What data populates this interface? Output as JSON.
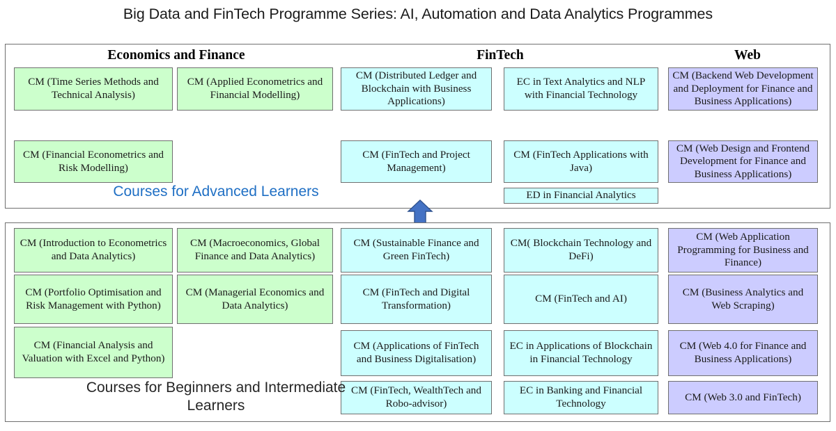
{
  "title": "Big Data and FinTech Programme Series: AI, Automation and Data Analytics Programmes",
  "colors": {
    "economics_finance": "#CCFFCC",
    "fintech": "#CCFFFF",
    "web": "#CCCCFF",
    "advanced_label": "#1F6FC4",
    "beginner_label": "#262626",
    "arrow": "#4472C4",
    "border": "#6F6F6F"
  },
  "columns": [
    {
      "key": "economics-and-finance",
      "label": "Economics and Finance"
    },
    {
      "key": "fintech",
      "label": "FinTech"
    },
    {
      "key": "web",
      "label": "Web"
    }
  ],
  "sections": [
    {
      "key": "advanced",
      "label": "Courses for Advanced Learners",
      "cards": [
        {
          "id": "a1",
          "text": "CM (Time Series Methods and Technical Analysis)",
          "category": "economics-and-finance"
        },
        {
          "id": "a2",
          "text": "CM (Applied Econometrics and Financial Modelling)",
          "category": "economics-and-finance"
        },
        {
          "id": "a3",
          "text": "CM (Distributed Ledger and Blockchain with Business Applications)",
          "category": "fintech"
        },
        {
          "id": "a4",
          "text": "EC in Text Analytics and NLP with Financial Technology",
          "category": "fintech"
        },
        {
          "id": "a5",
          "text": "CM (Backend Web Development and Deployment for Finance and Business Applications)",
          "category": "web"
        },
        {
          "id": "a6",
          "text": "CM (Financial Econometrics and Risk Modelling)",
          "category": "economics-and-finance"
        },
        {
          "id": "a7",
          "text": "CM (FinTech and Project Management)",
          "category": "fintech"
        },
        {
          "id": "a8",
          "text": "CM (FinTech Applications with Java)",
          "category": "fintech"
        },
        {
          "id": "a9",
          "text": "CM (Web Design and Frontend Development for Finance and Business Applications)",
          "category": "web"
        },
        {
          "id": "a10",
          "text": "ED in Financial Analytics",
          "category": "fintech"
        }
      ]
    },
    {
      "key": "beginner",
      "label": "Courses for Beginners and Intermediate Learners",
      "cards": [
        {
          "id": "b1",
          "text": "CM (Introduction to Econometrics and Data Analytics)",
          "category": "economics-and-finance"
        },
        {
          "id": "b2",
          "text": "CM (Macroeconomics, Global Finance and Data Analytics)",
          "category": "economics-and-finance"
        },
        {
          "id": "b3",
          "text": "CM (Sustainable Finance and Green FinTech)",
          "category": "fintech"
        },
        {
          "id": "b4",
          "text": "CM( Blockchain Technology and DeFi)",
          "category": "fintech"
        },
        {
          "id": "b5",
          "text": "CM (Web Application Programming for Business and Finance)",
          "category": "web"
        },
        {
          "id": "b6",
          "text": "CM (Portfolio Optimisation and Risk Management with Python)",
          "category": "economics-and-finance"
        },
        {
          "id": "b7",
          "text": "CM (Managerial Economics and Data Analytics)",
          "category": "economics-and-finance"
        },
        {
          "id": "b8",
          "text": "CM (FinTech and Digital Transformation)",
          "category": "fintech"
        },
        {
          "id": "b9",
          "text": "CM (FinTech and AI)",
          "category": "fintech"
        },
        {
          "id": "b10",
          "text": "CM (Business Analytics and Web Scraping)",
          "category": "web"
        },
        {
          "id": "b11",
          "text": "CM (Financial Analysis and Valuation with Excel and Python)",
          "category": "economics-and-finance"
        },
        {
          "id": "b12",
          "text": "CM (Applications of FinTech and Business Digitalisation)",
          "category": "fintech"
        },
        {
          "id": "b13",
          "text": "EC in Applications of Blockchain in Financial Technology",
          "category": "fintech"
        },
        {
          "id": "b14",
          "text": "CM (Web 4.0 for Finance and Business Applications)",
          "category": "web"
        },
        {
          "id": "b15",
          "text": "CM (FinTech, WealthTech and Robo-advisor)",
          "category": "fintech"
        },
        {
          "id": "b16",
          "text": "EC in Banking and Financial Technology",
          "category": "fintech"
        },
        {
          "id": "b17",
          "text": "CM (Web 3.0 and FinTech)",
          "category": "web"
        }
      ]
    }
  ]
}
